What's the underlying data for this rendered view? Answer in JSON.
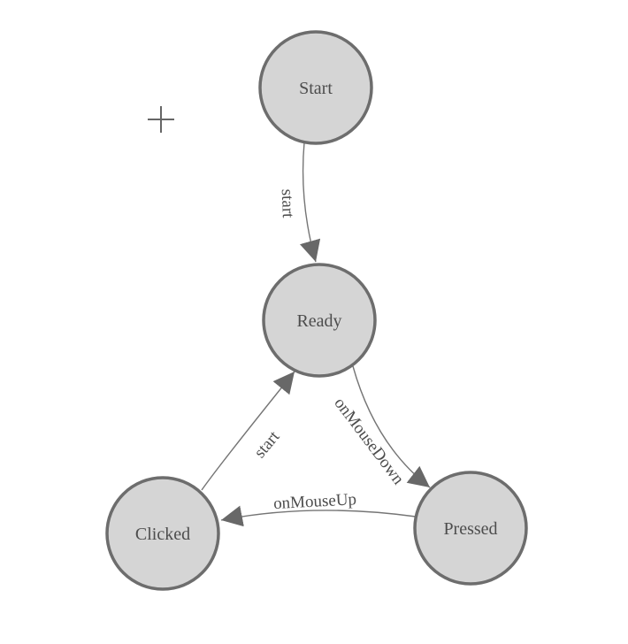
{
  "diagram": {
    "type": "state-machine",
    "nodes": [
      {
        "id": "start",
        "label": "Start"
      },
      {
        "id": "ready",
        "label": "Ready"
      },
      {
        "id": "clicked",
        "label": "Clicked"
      },
      {
        "id": "pressed",
        "label": "Pressed"
      }
    ],
    "edges": [
      {
        "from": "Start",
        "to": "Ready",
        "label": "start"
      },
      {
        "from": "Ready",
        "to": "Pressed",
        "label": "onMouseDown"
      },
      {
        "from": "Pressed",
        "to": "Clicked",
        "label": "onMouseUp"
      },
      {
        "from": "Clicked",
        "to": "Ready",
        "label": "start"
      }
    ],
    "icons": {
      "crosshair": "plus-icon"
    },
    "colors": {
      "background": "#ffffff",
      "node_fill": "#d5d5d5",
      "node_border": "#6d6d6d",
      "edge": "#757575",
      "arrowhead": "#686868",
      "text": "#4d4d4d",
      "crosshair": "#666666"
    }
  }
}
